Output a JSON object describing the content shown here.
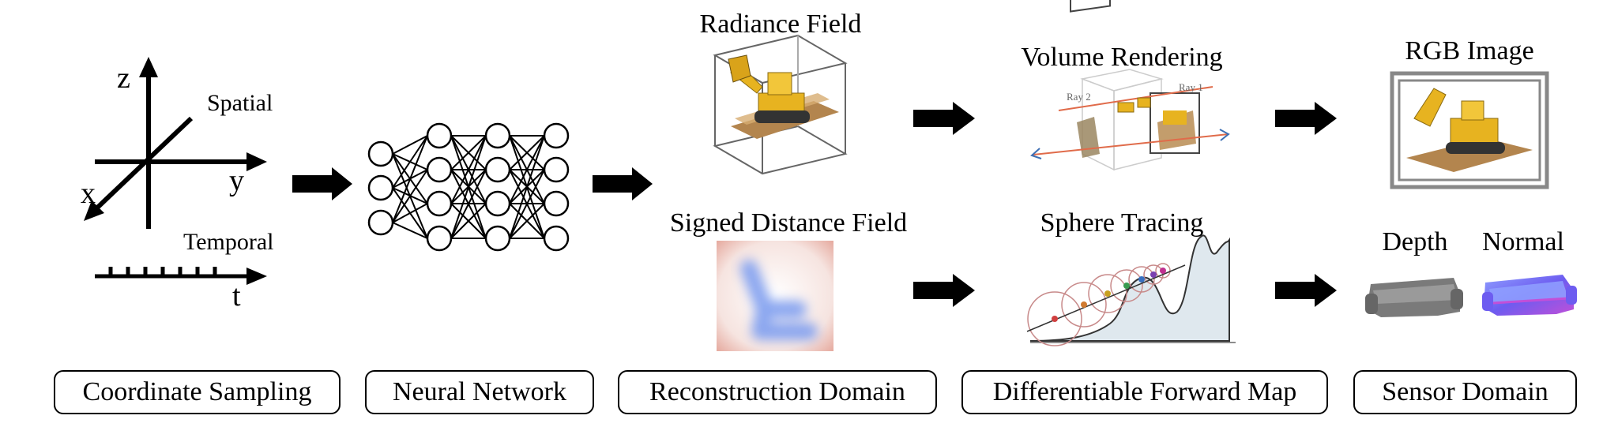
{
  "coordinate": {
    "z_label": "z",
    "y_label": "y",
    "x_label": "x",
    "spatial_label": "Spatial",
    "temporal_label": "Temporal",
    "t_label": "t"
  },
  "reconstruction": {
    "radiance_title": "Radiance Field",
    "sdf_title": "Signed Distance Field"
  },
  "forward_map": {
    "volume_title": "Volume Rendering",
    "ray2_label": "Ray 2",
    "ray1_label": "Ray 1",
    "sphere_title": "Sphere Tracing"
  },
  "sensor": {
    "rgb_title": "RGB Image",
    "depth_title": "Depth",
    "normal_title": "Normal"
  },
  "stages": [
    {
      "label": "Coordinate Sampling"
    },
    {
      "label": "Neural Network"
    },
    {
      "label": "Reconstruction Domain"
    },
    {
      "label": "Differentiable Forward Map"
    },
    {
      "label": "Sensor Domain"
    }
  ],
  "colors": {
    "arrow": "#000000",
    "sdf_blue": "#7f9ff0",
    "sdf_red": "#e8b0a8",
    "machine_yellow": "#e7b320",
    "curve_fill": "#dfe8ee",
    "depth_gray": "#7a7a7a",
    "normal_purple": "#6f6ff0"
  }
}
